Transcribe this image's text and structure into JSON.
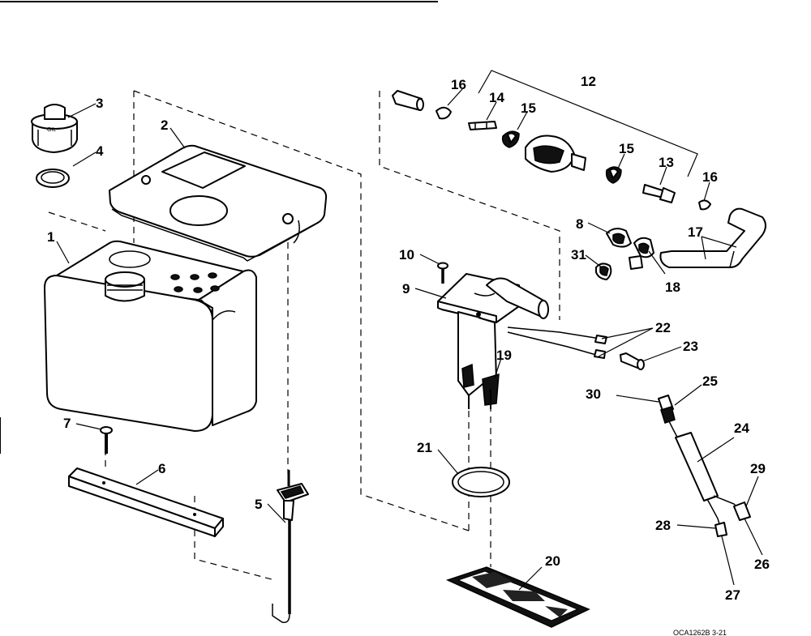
{
  "diagram": {
    "figure_id": "OCA1262B  3-21",
    "callouts": [
      "1",
      "2",
      "3",
      "4",
      "5",
      "6",
      "7",
      "8",
      "9",
      "10",
      "12",
      "13",
      "14",
      "15",
      "15",
      "16",
      "16",
      "17",
      "18",
      "19",
      "20",
      "21",
      "22",
      "23",
      "24",
      "25",
      "26",
      "27",
      "28",
      "29",
      "30",
      "31"
    ]
  }
}
